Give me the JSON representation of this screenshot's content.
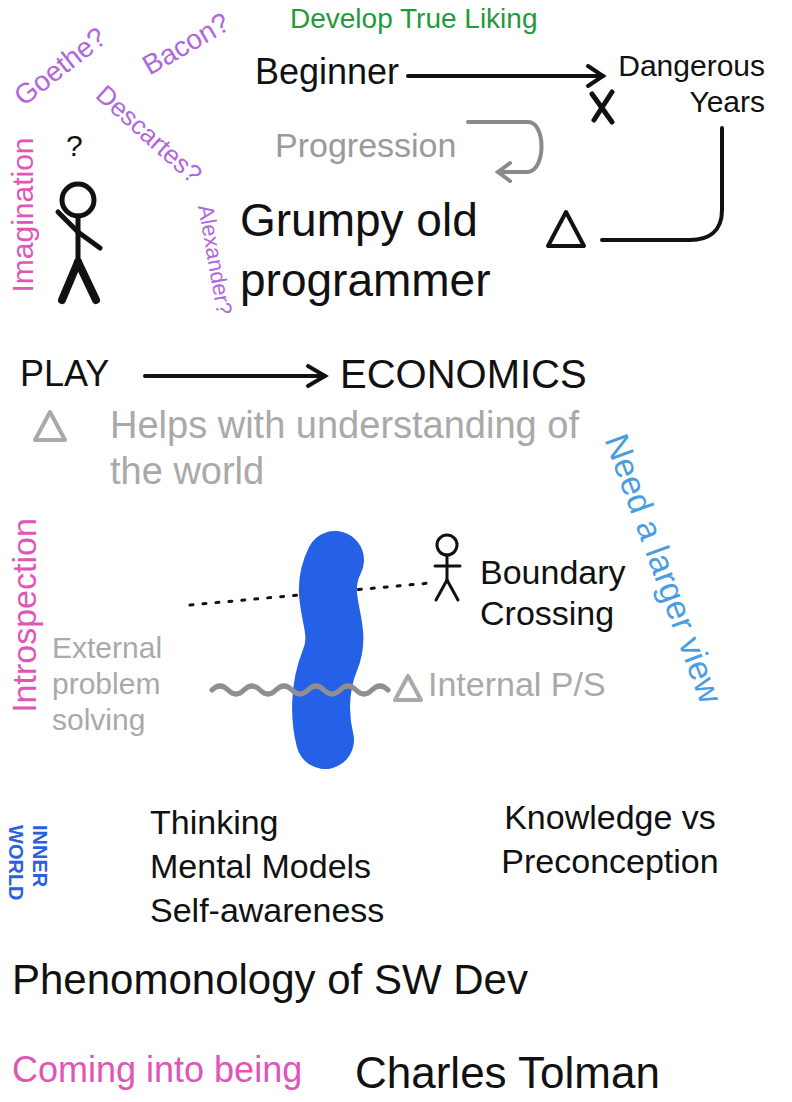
{
  "diagram": {
    "nodes": [
      {
        "text": [
          "Develop True Liking",
          "Beginner",
          "Dangerous Years",
          "Progression",
          "Grumpy old programmer"
        ]
      },
      {
        "text": [
          "PLAY",
          "ECONOMICS",
          "Helps with understanding of the world",
          "Boundary Crossing",
          "External problem solving",
          "Internal P/S"
        ]
      },
      {
        "text": [
          "Thinking Mental Models Self-awareness",
          "Knowledge vs Preconception"
        ]
      },
      {
        "text": [
          "Phenomonology of SW Dev",
          "Coming into being",
          "Charles Tolman"
        ]
      }
    ],
    "labels": [
      "Goethe?",
      "Bacon?",
      "Descartes?",
      "Alexander?",
      "?",
      "Imagination",
      "Need a larger view",
      "Introspection",
      "INNER WORLD"
    ]
  }
}
